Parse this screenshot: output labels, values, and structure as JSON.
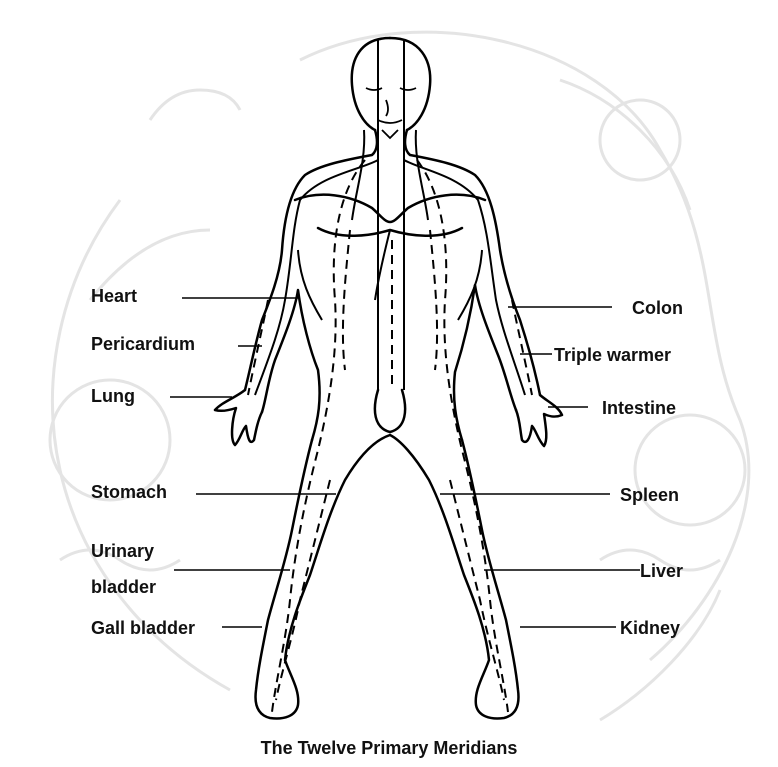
{
  "caption": "The Twelve Primary Meridians",
  "labels": {
    "heart": "Heart",
    "pericardium": "Pericardium",
    "lung": "Lung",
    "stomach": "Stomach",
    "urinary_bladder_line1": "Urinary",
    "urinary_bladder_line2": "bladder",
    "gall_bladder": "Gall bladder",
    "colon": "Colon",
    "triple_warmer": "Triple warmer",
    "intestine": "Intestine",
    "spleen": "Spleen",
    "liver": "Liver",
    "kidney": "Kidney"
  },
  "colors": {
    "outline": "#000000",
    "background_dragon": "#e6e6e6"
  }
}
